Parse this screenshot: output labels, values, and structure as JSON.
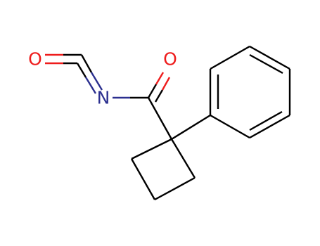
{
  "molecule": {
    "atoms": {
      "isocyanate_oxygen": {
        "symbol": "O",
        "color": "#ee1c1c"
      },
      "isocyanate_nitrogen": {
        "symbol": "N",
        "color": "#2b2f8f"
      },
      "carbonyl_oxygen": {
        "symbol": "O",
        "color": "#ee1c1c"
      }
    },
    "colors": {
      "carbon_bond": "#000000",
      "oxygen": "#ee1c1c",
      "nitrogen": "#2b2f8f"
    }
  }
}
